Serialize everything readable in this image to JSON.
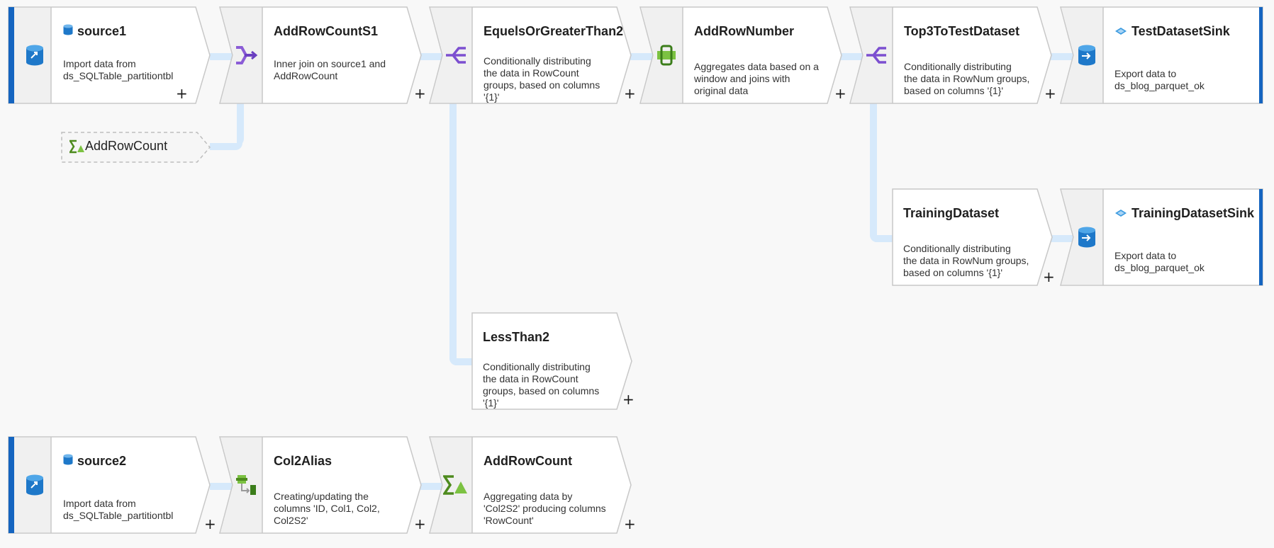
{
  "nodes": {
    "source1": {
      "title": "source1",
      "desc": [
        "Import data from",
        "ds_SQLTable_partitiontbl"
      ]
    },
    "addrowcounts1": {
      "title": "AddRowCountS1",
      "desc": [
        "Inner join on source1 and",
        "AddRowCount"
      ]
    },
    "equels": {
      "title": "EquelsOrGreaterThan2",
      "desc": [
        "Conditionally distributing",
        "the data in RowCount",
        "groups, based on columns",
        "'{1}'"
      ]
    },
    "addrownumber": {
      "title": "AddRowNumber",
      "desc": [
        "Aggregates data based on a",
        "window and joins with",
        "original data"
      ]
    },
    "top3": {
      "title": "Top3ToTestDataset",
      "desc": [
        "Conditionally distributing",
        "the data in RowNum groups,",
        "based on columns '{1}'"
      ]
    },
    "testsink": {
      "title": "TestDatasetSink",
      "desc": [
        "Export data to",
        "ds_blog_parquet_ok"
      ]
    },
    "training": {
      "title": "TrainingDataset",
      "desc": [
        "Conditionally distributing",
        "the data in RowNum groups,",
        "based on columns '{1}'"
      ]
    },
    "trainingsink": {
      "title": "TrainingDatasetSink",
      "desc": [
        "Export data to",
        "ds_blog_parquet_ok"
      ]
    },
    "lessthan2": {
      "title": "LessThan2",
      "desc": [
        "Conditionally distributing",
        "the data in RowCount",
        "groups, based on columns",
        "'{1}'"
      ]
    },
    "source2": {
      "title": "source2",
      "desc": [
        "Import data from",
        "ds_SQLTable_partitiontbl"
      ]
    },
    "col2alias": {
      "title": "Col2Alias",
      "desc": [
        "Creating/updating the",
        "columns 'ID, Col1, Col2,",
        "Col2S2'"
      ]
    },
    "addrowcount": {
      "title": "AddRowCount",
      "desc": [
        "Aggregating data by",
        "'Col2S2' producing columns",
        "'RowCount'"
      ]
    }
  },
  "ghost_ref": {
    "label": "AddRowCount"
  },
  "plus_symbol": "+",
  "colors": {
    "accent_bar": "#1565c0",
    "connector": "#d6e9fb",
    "border": "#c8c8c8",
    "icon_cell": "#f0f0f0"
  },
  "icons": {
    "source": "database-source-icon",
    "join": "join-icon",
    "split": "conditional-split-icon",
    "window": "window-icon",
    "sink": "database-sink-icon",
    "derive": "derived-column-icon",
    "aggregate": "aggregate-icon",
    "sql": "sql-icon",
    "parquet": "parquet-dataset-icon"
  }
}
